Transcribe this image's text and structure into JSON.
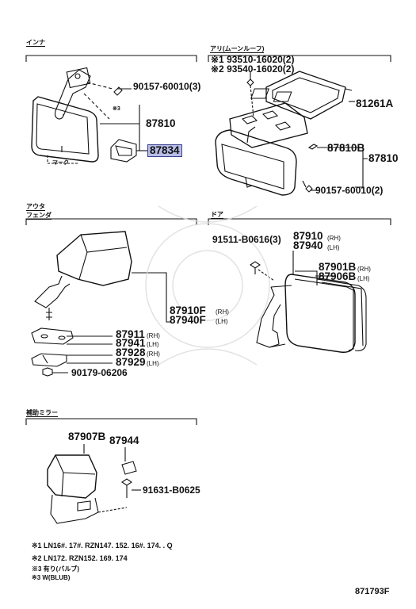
{
  "sections": {
    "inner": "インナ",
    "roof": "アリ(ムーンルーフ)",
    "outer": "アウタ",
    "fender": "フェンダ",
    "door": "ドア",
    "aux_mirror": "補助ミラー"
  },
  "parts": {
    "p90157_a": "90157-60010(3)",
    "note3": "※3",
    "p87810": "87810",
    "p87834": "87834",
    "mark": "マーク",
    "roof_note1": "※1 93510-16020(2)",
    "roof_note2": "※2 93540-16020(2)",
    "p81261A": "81261A",
    "p87810B": "87810B",
    "p87810_r": "87810",
    "p90157_b": "90157-60010(2)",
    "p87910F": "87910F",
    "p87940F": "87940F",
    "rh1": "(RH)",
    "lh1": "(LH)",
    "p87911": "87911",
    "p87941": "87941",
    "p87928": "87928",
    "p87929": "87929",
    "rh2": "(RH)",
    "lh2": "(LH)",
    "rh3": "(RH)",
    "lh3": "(LH)",
    "p90179": "90179-06206",
    "p91511": "91511-B0616(3)",
    "p87910": "87910",
    "p87940": "87940",
    "rh4": "(RH)",
    "lh4": "(LH)",
    "p87901B": "87901B",
    "p87906B": "87906B",
    "rh5": "(RH)",
    "lh5": "(LH)",
    "p87907B": "87907B",
    "p87944": "87944",
    "p91631": "91631-B0625"
  },
  "notes": {
    "n1": "※1 LN16#. 17#. RZN147. 152. 16#. 174. . Q",
    "n2": "※2 LN172. RZN152. 169. 174",
    "n3": "※3 有り(バルブ)",
    "n4": "※3 W(BLUB)"
  },
  "figure_id": "871793F",
  "colors": {
    "highlight": "#b7bde6",
    "ink": "#111111"
  }
}
